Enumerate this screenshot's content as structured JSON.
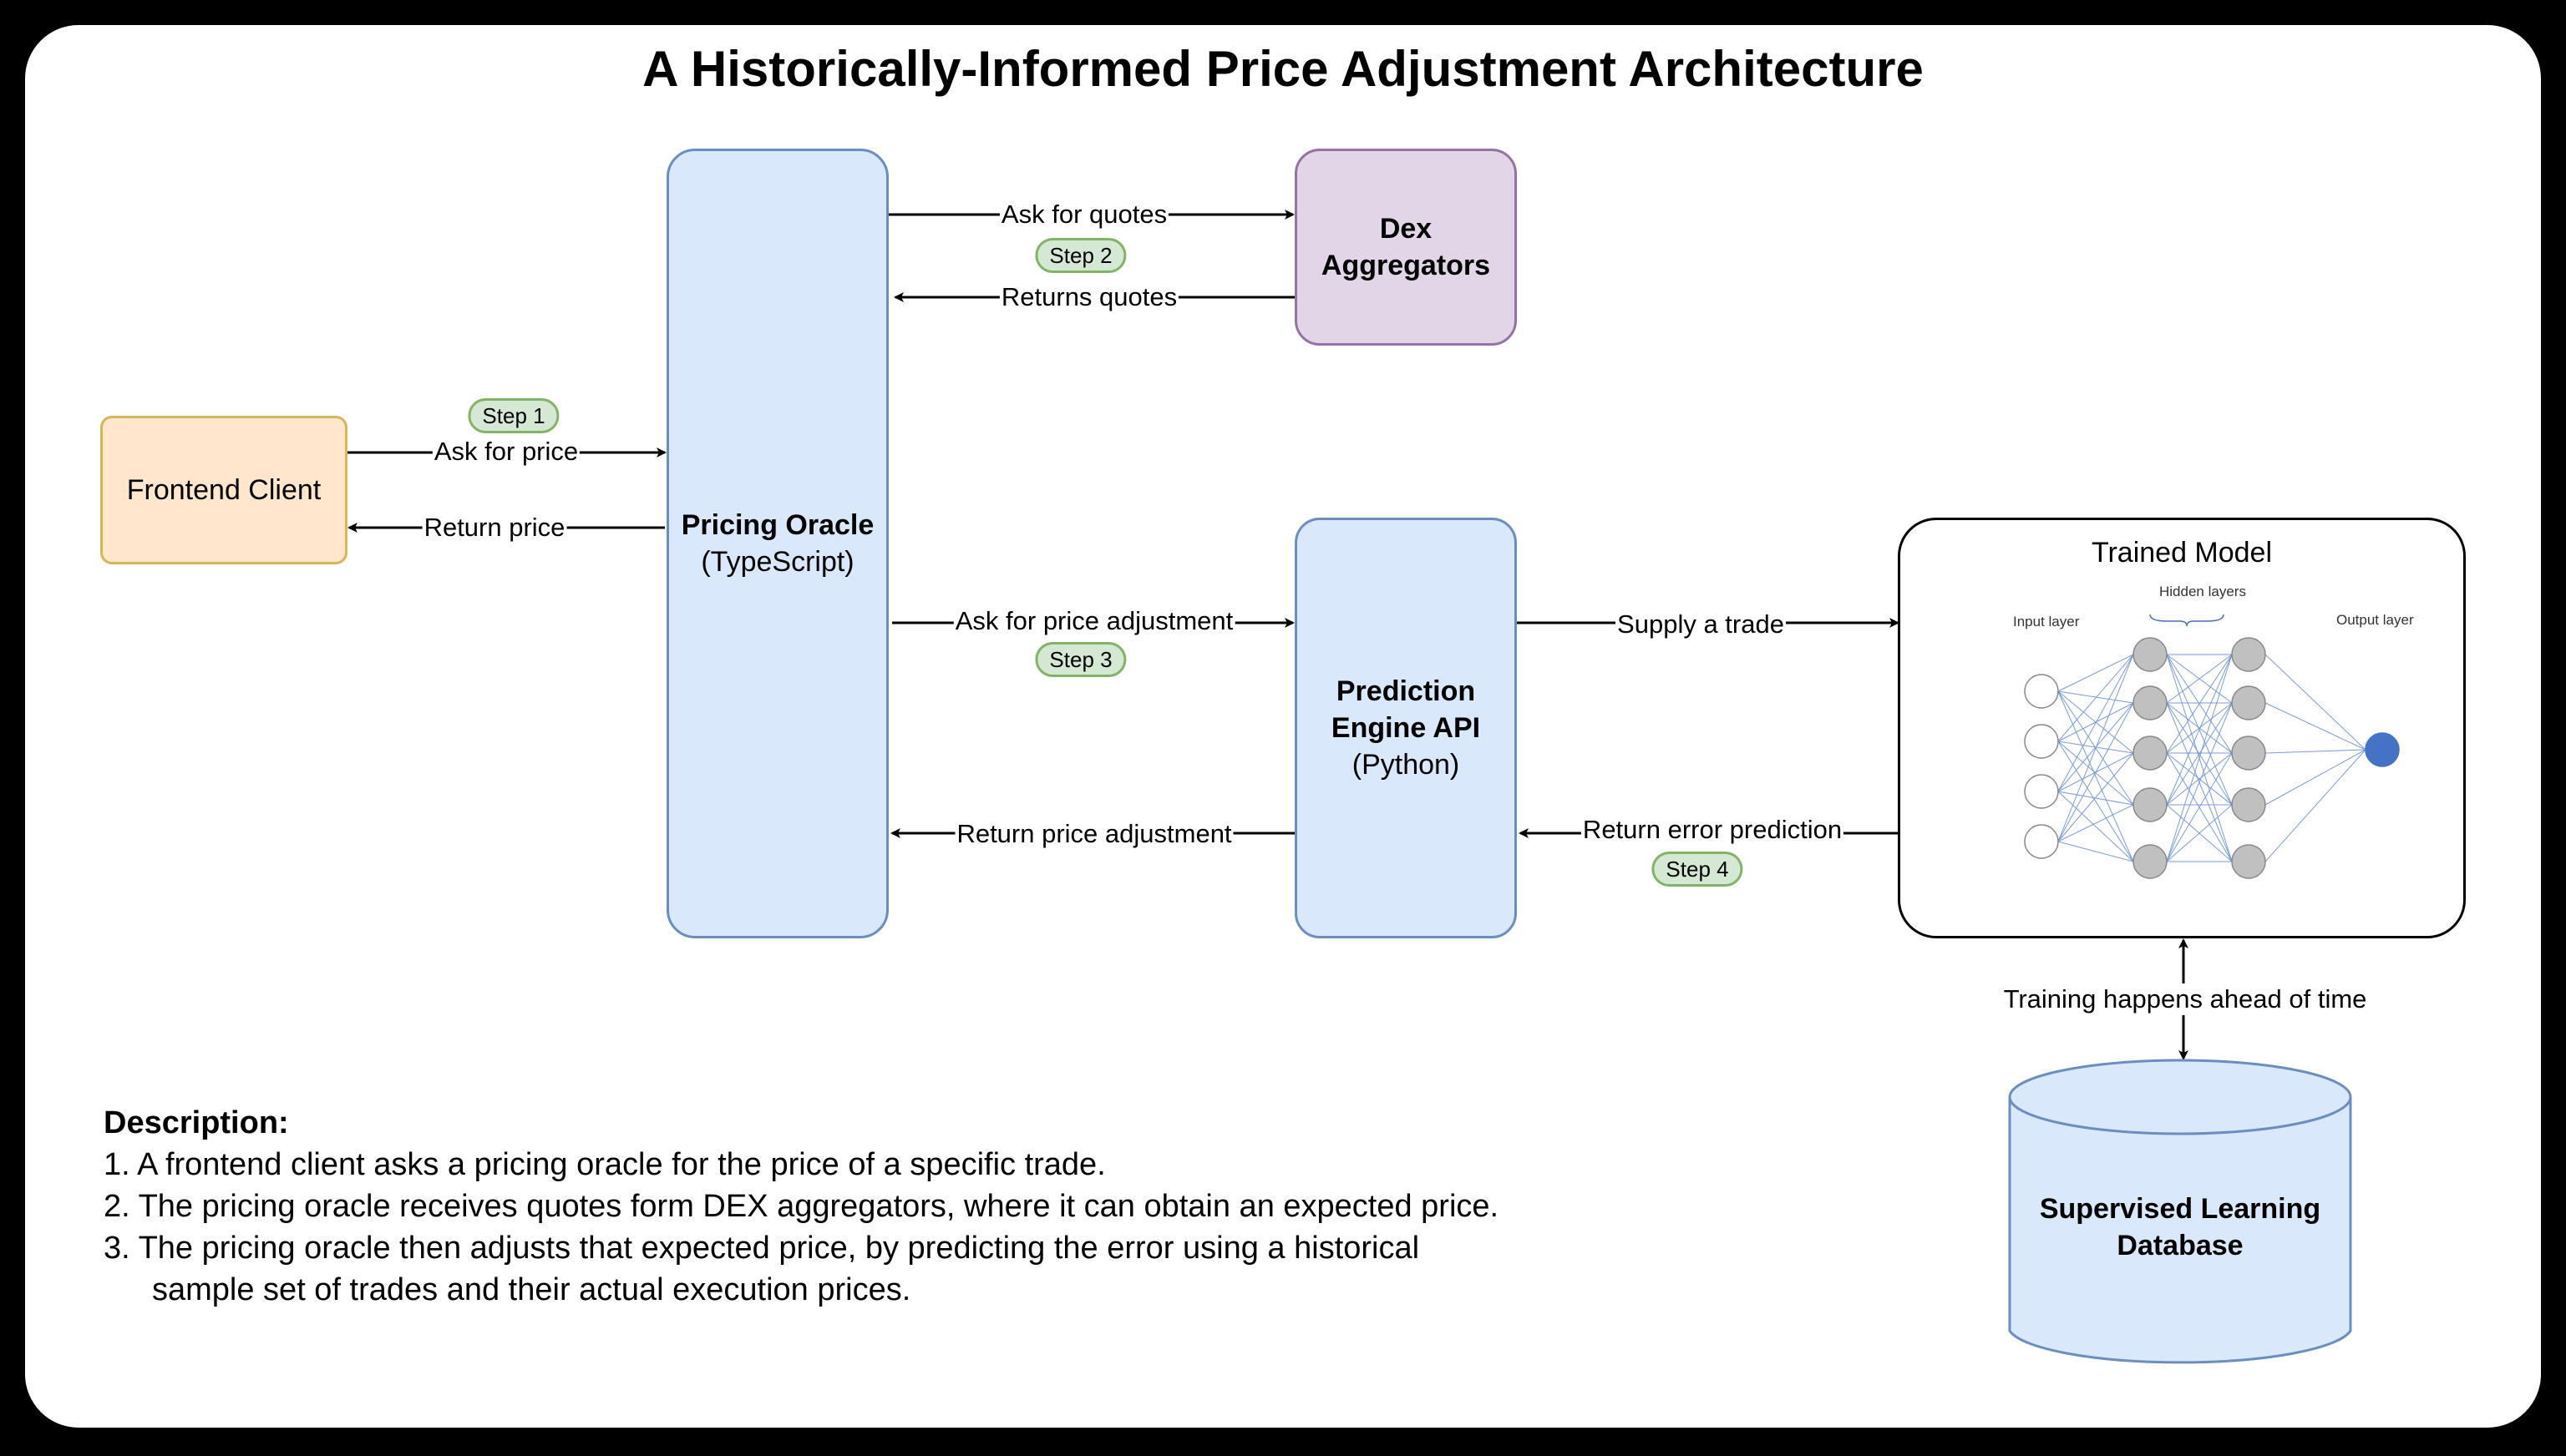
{
  "title": "A Historically-Informed Price Adjustment Architecture",
  "nodes": {
    "frontend": {
      "label": "Frontend Client"
    },
    "oracle": {
      "name": "Pricing Oracle",
      "sub": "(TypeScript)"
    },
    "dex": {
      "line1": "Dex",
      "line2": "Aggregators"
    },
    "prediction": {
      "line1": "Prediction",
      "line2": "Engine API",
      "sub": "(Python)"
    },
    "model": {
      "title": "Trained Model",
      "input_layer": "Input layer",
      "hidden_layers": "Hidden layers",
      "output_layer": "Output layer"
    },
    "database": {
      "line1": "Supervised Learning",
      "line2": "Database"
    }
  },
  "edges": {
    "ask_price": "Ask for price",
    "return_price": "Return price",
    "ask_quotes": "Ask for quotes",
    "returns_quotes": "Returns quotes",
    "ask_adjustment": "Ask for price adjustment",
    "return_adjustment": "Return price adjustment",
    "supply_trade": "Supply a trade",
    "return_error": "Return error prediction",
    "training": "Training happens ahead of time"
  },
  "steps": [
    "Step 1",
    "Step 2",
    "Step 3",
    "Step 4"
  ],
  "description": {
    "heading": "Description:",
    "items": [
      "1. A frontend client asks a pricing oracle for the price of a specific trade.",
      "2. The pricing oracle receives quotes form DEX aggregators, where it can obtain an expected price.",
      "3. The pricing oracle then adjusts that expected price, by predicting the error using a historical",
      "sample set of trades and their actual execution prices."
    ]
  },
  "colors": {
    "frontend_fill": "#ffe6cc",
    "frontend_stroke": "#d6b656",
    "blue_fill": "#dae8fc",
    "blue_stroke": "#6c8ebf",
    "purple_fill": "#e1d5e7",
    "purple_stroke": "#9673a6",
    "step_fill": "#d5e8d4",
    "step_stroke": "#82b366",
    "neuron_hidden": "#c0c0c0",
    "neuron_output": "#4472c4"
  }
}
